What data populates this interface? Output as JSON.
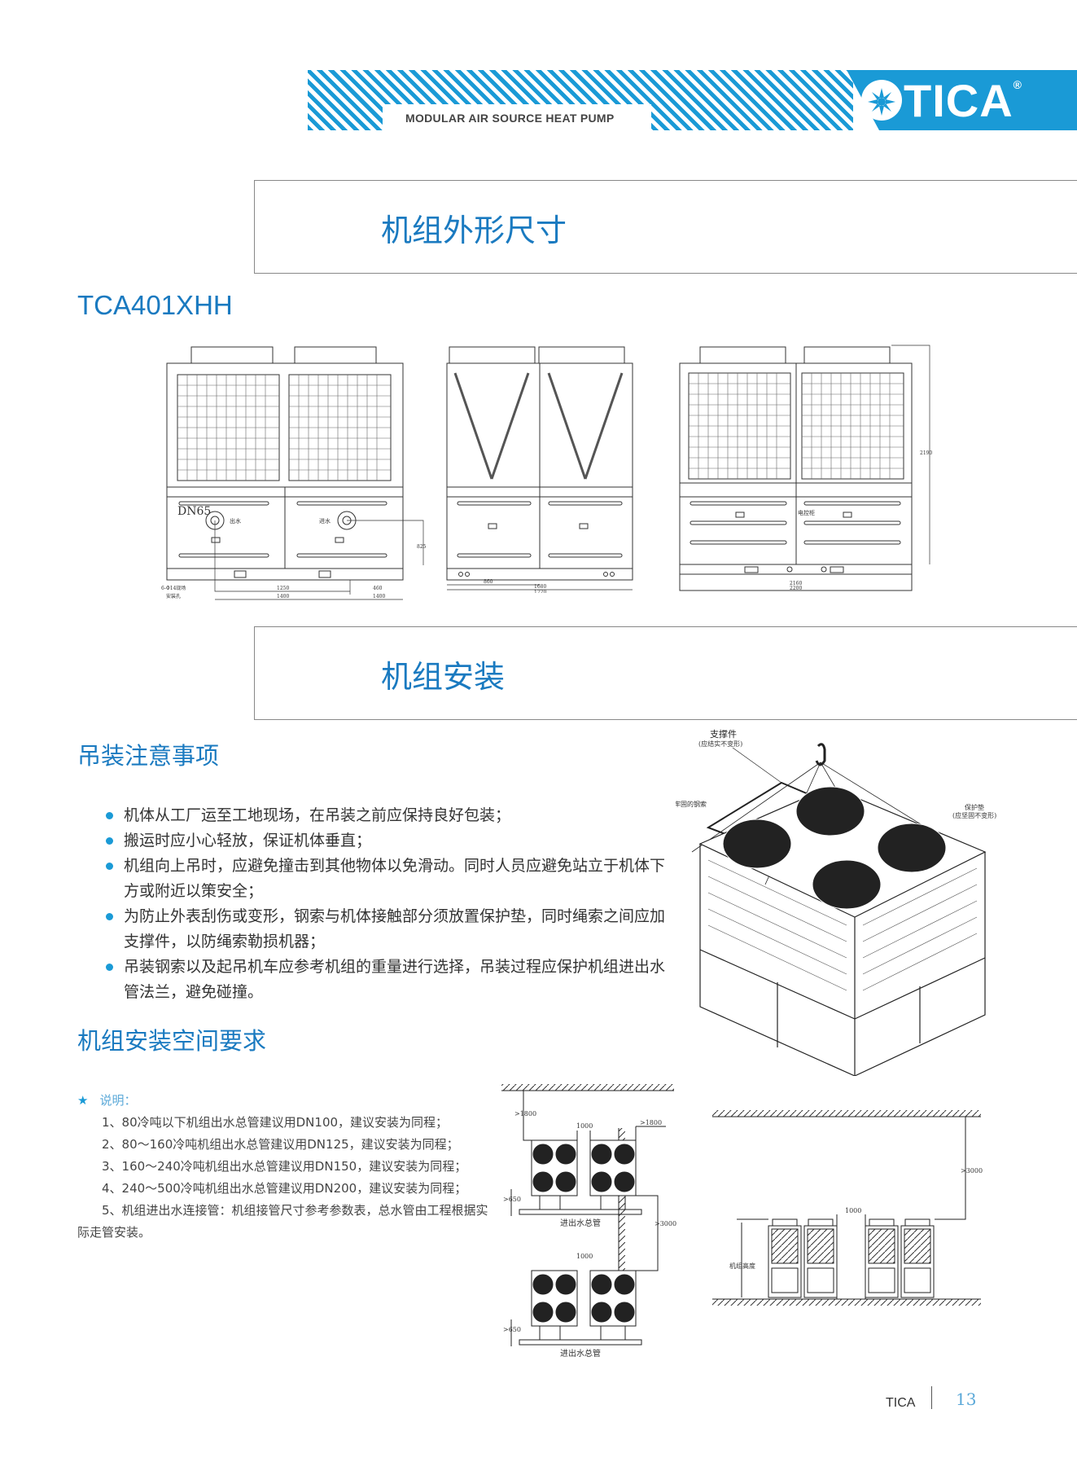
{
  "header": {
    "subtitle": "MODULAR  AIR SOURCE HEAT  PUMP",
    "logo_text": "TICA",
    "logo_reg": "®",
    "brand_color": "#1a9ad6"
  },
  "section1": {
    "title": "机组外形尺寸",
    "model": "TCA401XHH",
    "drawing_front": {
      "dn_label": "DN65",
      "outlet_label": "出水",
      "inlet_label": "进水",
      "height_dim": "825",
      "mount_hole_label_1": "6-Φ14现场",
      "mount_hole_label_2": "安装孔",
      "dims": [
        "1250",
        "460",
        "1400",
        "1400"
      ]
    },
    "drawing_side": {
      "dims": [
        "860",
        "1680",
        "1720"
      ]
    },
    "drawing_back": {
      "control_box_label": "电控柜",
      "height_dim": "2190",
      "dims": [
        "2160",
        "2200"
      ]
    }
  },
  "section2": {
    "title": "机组安装",
    "lifting": {
      "heading": "吊装注意事项",
      "bullets": [
        "机体从工厂运至工地现场，在吊装之前应保持良好包装；",
        "搬运时应小心轻放，保证机体垂直；",
        "机组向上吊时，应避免撞击到其他物体以免滑动。同时人员应避免站立于机体下方或附近以策安全；",
        "为防止外表刮伤或变形，钢索与机体接触部分须放置保护垫，同时绳索之间应加支撑件，以防绳索勒损机器；",
        "吊装钢索以及起吊机车应参考机组的重量进行选择，吊装过程应保护机组进出水管法兰，避免碰撞。"
      ],
      "diagram": {
        "support_label": "支撑件",
        "support_note": "(应结实不变形)",
        "cable_label": "牢固的钢索",
        "pad_label": "保护垫",
        "pad_note": "(应坚固不变形)"
      }
    },
    "space": {
      "heading": "机组安装空间要求",
      "note_title": "说明：",
      "notes": [
        "1、80冷吨以下机组出水总管建议用DN100，建议安装为同程；",
        "2、80～160冷吨机组出水总管建议用DN125，建议安装为同程；",
        "3、160～240冷吨机组出水总管建议用DN150，建议安装为同程；",
        "4、240～500冷吨机组出水总管建议用DN200，建议安装为同程；",
        "5、机组进出水连接管：机组接管尺寸参考参数表，总水管由工程根据实际走管安装。"
      ],
      "diagram": {
        "d1800a": ">1800",
        "d1800b": ">1800",
        "d1000a": "1000",
        "d1000b": "1000",
        "d1000c": "1000",
        "d650a": ">650",
        "d650b": ">650",
        "d3000a": ">3000",
        "d3000b": ">3000",
        "pipe_label_1": "进出水总管",
        "pipe_label_2": "进出水总管",
        "height_label": "机组高度"
      }
    }
  },
  "footer": {
    "brand": "TICA",
    "page": "13"
  }
}
